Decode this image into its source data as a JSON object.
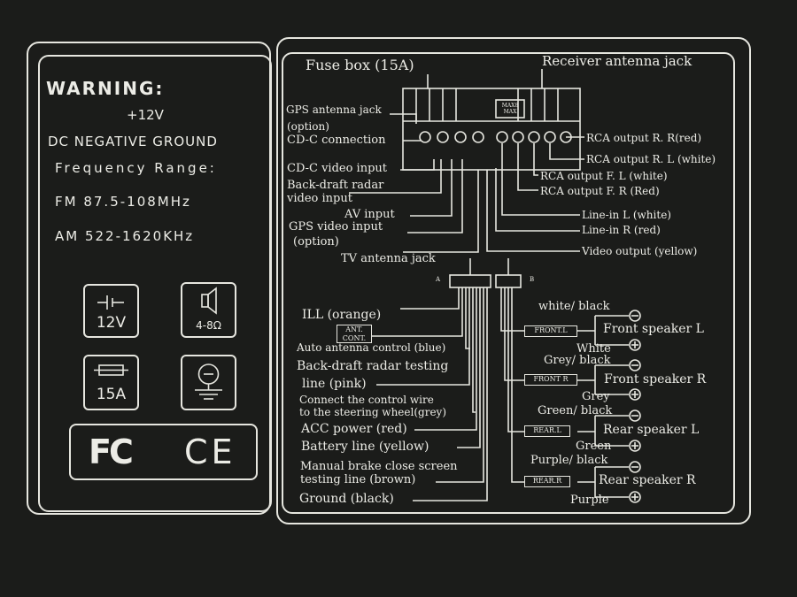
{
  "left": {
    "warning": "WARNING:",
    "voltage": "+12V",
    "ground": "DC NEGATIVE GROUND",
    "freq_range": "Frequency Range:",
    "fm": "FM 87.5-108MHz",
    "am": "AM 522-1620KHz",
    "icons": {
      "battery_label": "12V",
      "speaker_label": "4-8Ω",
      "fuse_label": "15A"
    },
    "fc_mark": "FC",
    "ce_mark": "CE"
  },
  "diagram": {
    "fuse_box": "Fuse box (15A)",
    "receiver_antenna": "Receiver antenna jack",
    "max_label": "MAX8 MAX",
    "connector_a": "A",
    "connector_b": "B",
    "top_left_labels": [
      "GPS antenna jack",
      "(option)",
      "CD-C connection",
      "CD-C video input",
      "Back-draft radar",
      "video input",
      "AV input",
      "GPS video input",
      "(option)",
      "TV antenna jack"
    ],
    "top_right_labels": [
      "RCA output R. R(red)",
      "RCA output R. L (white)",
      "RCA output F. L (white)",
      "RCA output F. R (Red)",
      "Line-in L (white)",
      "Line-in R (red)",
      "Video output (yellow)"
    ],
    "harness_left": [
      "ILL (orange)",
      "Auto antenna control (blue)",
      "Back-draft radar testing",
      "line (pink)",
      "Connect the control wire",
      "to the steering wheel(grey)",
      "ACC power (red)",
      "Battery line (yellow)",
      "Manual brake close screen",
      "testing line (brown)",
      "Ground (black)"
    ],
    "ant_cont_tag": "ANT. CONT.",
    "speakers": [
      {
        "neg": "white/ black",
        "tag": "FRONT.L",
        "name": "Front speaker L",
        "pos": "White"
      },
      {
        "neg": "Grey/ black",
        "tag": "FRONT R",
        "name": "Front speaker R",
        "pos": "Grey"
      },
      {
        "neg": "Green/ black",
        "tag": "REAR.L",
        "name": "Rear speaker L",
        "pos": "Green"
      },
      {
        "neg": "Purple/ black",
        "tag": "REAR.R",
        "name": "Rear speaker R",
        "pos": "Purple"
      }
    ]
  }
}
